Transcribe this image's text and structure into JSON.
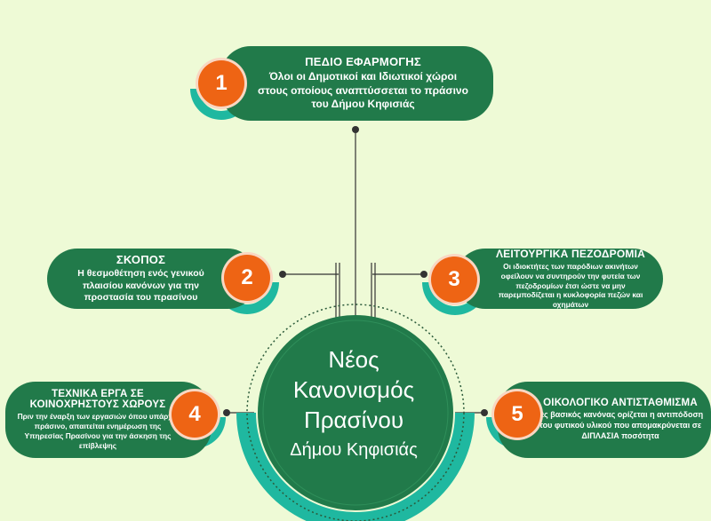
{
  "center": {
    "line1": "Νέος",
    "line2": "Κανονισμός",
    "line3": "Πρασίνου",
    "line4": "Δήμου Κηφισιάς"
  },
  "nodes": [
    {
      "number": "1",
      "title": "ΠΕΔΙΟ ΕΦΑΡΜΟΓΗΣ",
      "text": "Όλοι οι Δημοτικοί και Ιδιωτικοί χώροι στους οποίους αναπτύσσεται το πράσινο του Δήμου Κηφισιάς"
    },
    {
      "number": "2",
      "title": "ΣΚΟΠΟΣ",
      "text": "Η θεσμοθέτηση ενός γενικού πλαισίου κανόνων για την προστασία του πρασίνου"
    },
    {
      "number": "3",
      "title": "ΛΕΙΤΟΥΡΓΙΚΑ ΠΕΖΟΔΡΟΜΙΑ",
      "text": "Οι ιδιοκτήτες των παρόδιων ακινήτων οφείλουν να συντηρούν την φυτεία των πεζοδρομίων έτσι ώστε να μην παρεμποδίζεται η κυκλοφορία πεζών και οχημάτων"
    },
    {
      "number": "4",
      "title": "ΤΕΧΝΙΚΑ ΕΡΓΑ ΣΕ ΚΟΙΝΟΧΡΗΣΤΟΥΣ ΧΩΡΟΥΣ",
      "text": "Πριν την έναρξη των εργασιών όπου υπάρχει πράσινο, απαιτείται ενημέρωση της Υπηρεσίας Πρασίνου για την άσκηση της επίβλεψης"
    },
    {
      "number": "5",
      "title": "ΟΙΚΟΛΟΓΙΚΟ ΑΝΤΙΣΤΑΘΜΙΣΜΑ",
      "text": "Ως βασικός κανόνας ορίζεται η αντιπόδοση του φυτικού υλικού που απομακρύνεται σε ΔΙΠΛΑΣΙΑ ποσότητα"
    }
  ],
  "colors": {
    "background": "#eefad6",
    "pill": "#217a4a",
    "badge": "#ee6414",
    "teal": "#1fb8a0",
    "connector": "#333333"
  }
}
